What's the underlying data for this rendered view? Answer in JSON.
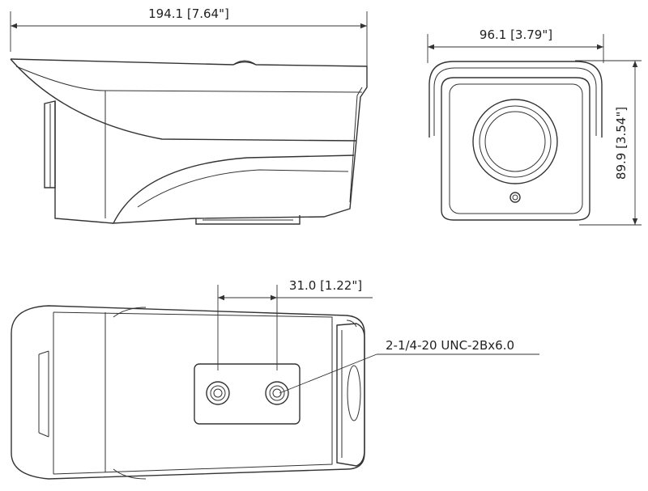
{
  "dimensions": {
    "side_length": "194.1 [7.64\"]",
    "front_width": "96.1 [3.79\"]",
    "front_height": "89.9 [3.54\"]",
    "mount_hole_spacing": "31.0 [1.22\"]",
    "mount_thread": "2-1/4-20 UNC-2Bx6.0"
  },
  "colors": {
    "line": "#333333",
    "background": "#ffffff"
  }
}
